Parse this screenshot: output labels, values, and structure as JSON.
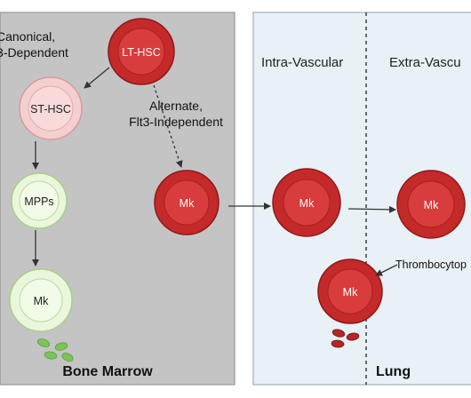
{
  "panels": {
    "bone_marrow": {
      "label": "Bone Marrow",
      "background": "#c4c4c4"
    },
    "lung": {
      "label": "Lung",
      "background": "#e8f1f6"
    }
  },
  "pathways": {
    "canonical": [
      "Canonical,",
      "3-Dependent"
    ],
    "alternate": [
      "Alternate,",
      "Flt3-Independent"
    ]
  },
  "regions": {
    "intra": "Intra-Vascular",
    "extra": "Extra-Vascu"
  },
  "cells": {
    "lt_hsc": "LT-HSC",
    "st_hsc": "ST-HSC",
    "mpps": "MPPs",
    "mk_marrow": "Mk",
    "mk_alternate": "Mk",
    "mk_intravascular": "Mk",
    "mk_extravascular": "Mk",
    "mk_lung_lower": "Mk"
  },
  "process": {
    "thrombocytopoiesis": "Thrombocytop"
  },
  "colors": {
    "red_cell": "#cc2a2a",
    "red_inner": "#d83a3a",
    "pink_cell": "#f3c9c9",
    "green_cell": "#e9f6dc",
    "green_platelet": "#7cc35a",
    "red_platelet": "#b52626",
    "arrow": "#333333"
  }
}
